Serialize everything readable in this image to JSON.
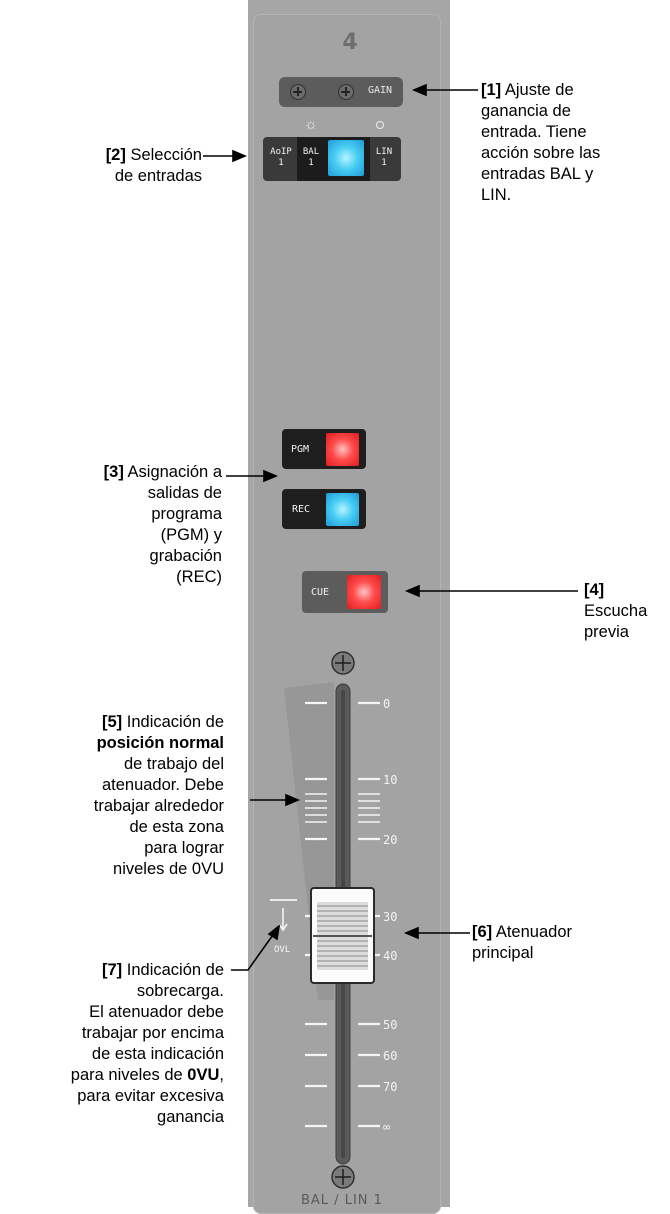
{
  "channel_number": "4",
  "gain_label": "GAIN",
  "inputs": {
    "aoip_top": "AoIP",
    "aoip_bottom": "1",
    "bal_top": "BAL",
    "bal_bottom": "1",
    "lin_top": "LIN",
    "lin_bottom": "1"
  },
  "buttons": {
    "pgm": "PGM",
    "rec": "REC",
    "cue": "CUE"
  },
  "led_colors": {
    "input": "#3ec8f2",
    "pgm": "#ff3b3b",
    "rec": "#3ec8f2",
    "cue": "#ff3b3b"
  },
  "fader_scale": [
    "0",
    "10",
    "20",
    "30",
    "40",
    "50",
    "60",
    "70",
    "∞"
  ],
  "ovl_label": "OVL",
  "bottom_label": "BAL / LIN 1",
  "annotations": {
    "a1": {
      "num": "[1]",
      "lines": [
        " Ajuste de",
        "ganancia de",
        "entrada. Tiene",
        "acción sobre las",
        "entradas BAL y",
        "LIN."
      ]
    },
    "a2": {
      "num": "[2]",
      "lines": [
        " Selección",
        "de entradas"
      ]
    },
    "a3": {
      "num": "[3]",
      "lines": [
        " Asignación a",
        "salidas de",
        "programa",
        "(PGM) y",
        "grabación",
        "(REC)"
      ]
    },
    "a4": {
      "num": "[4]",
      "text": " Escucha previa"
    },
    "a5": {
      "num": "[5]",
      "l1": " Indicación de",
      "l2_bold": "posición normal",
      "lines": [
        "de trabajo del",
        "atenuador. Debe",
        "trabajar alrededor",
        "de esta zona",
        "para lograr",
        "niveles de 0VU"
      ]
    },
    "a6": {
      "num": "[6]",
      "lines": [
        " Atenuador",
        "principal"
      ]
    },
    "a7": {
      "num": "[7]",
      "lines": [
        " Indicación de",
        "sobrecarga.",
        "El atenuador debe",
        "trabajar por encima",
        "de esta indicación"
      ],
      "l6_pre": "para niveles de ",
      "l6_bold": "0VU",
      "l6_post": ",",
      "lines2": [
        "para evitar excesiva",
        "ganancia"
      ]
    }
  }
}
